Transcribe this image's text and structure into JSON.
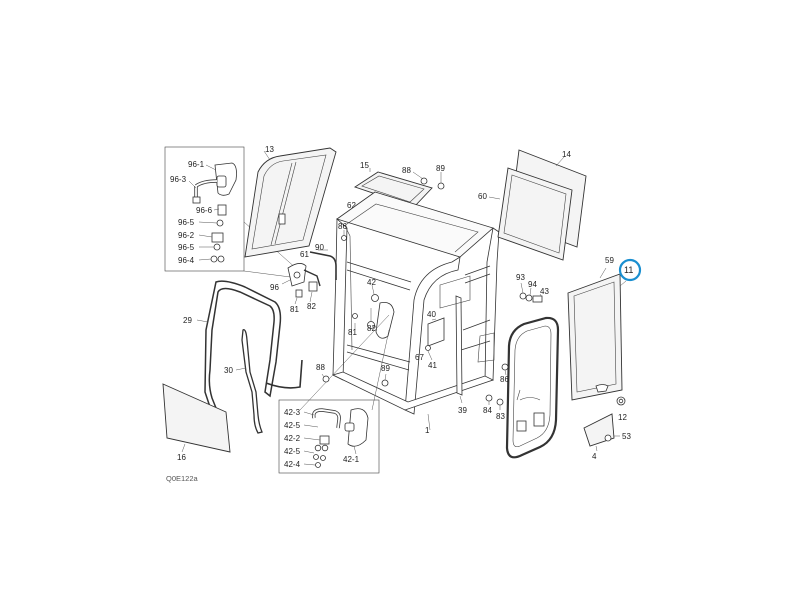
{
  "drawing_code": "Q0E122a",
  "highlighted_part": "11",
  "highlight_color": "#1a8fd0",
  "labels": {
    "p96_1": "96-1",
    "p96_3": "96-3",
    "p96_6": "96-6",
    "p96_5a": "96-5",
    "p96_2": "96-2",
    "p96_5b": "96-5",
    "p96_4": "96-4",
    "p13": "13",
    "p15": "15",
    "p88a": "88",
    "p89a": "89",
    "p14": "14",
    "p60": "60",
    "p62": "62",
    "p86a": "86",
    "p90": "90",
    "p61": "61",
    "p96": "96",
    "p81a": "81",
    "p82a": "82",
    "p29": "29",
    "p30": "30",
    "p42": "42",
    "p81b": "81",
    "p82b": "82",
    "p88b": "88",
    "p89b": "89",
    "p40": "40",
    "p67": "67",
    "p41": "41",
    "p39": "39",
    "p1": "1",
    "p93": "93",
    "p94": "94",
    "p43": "43",
    "p59": "59",
    "p11": "11",
    "p86b": "86",
    "p84": "84",
    "p83": "83",
    "p12": "12",
    "p53": "53",
    "p4": "4",
    "p16": "16",
    "p42_3": "42-3",
    "p42_5a": "42-5",
    "p42_2": "42-2",
    "p42_5b": "42-5",
    "p42_4": "42-4",
    "p42_1": "42-1"
  }
}
